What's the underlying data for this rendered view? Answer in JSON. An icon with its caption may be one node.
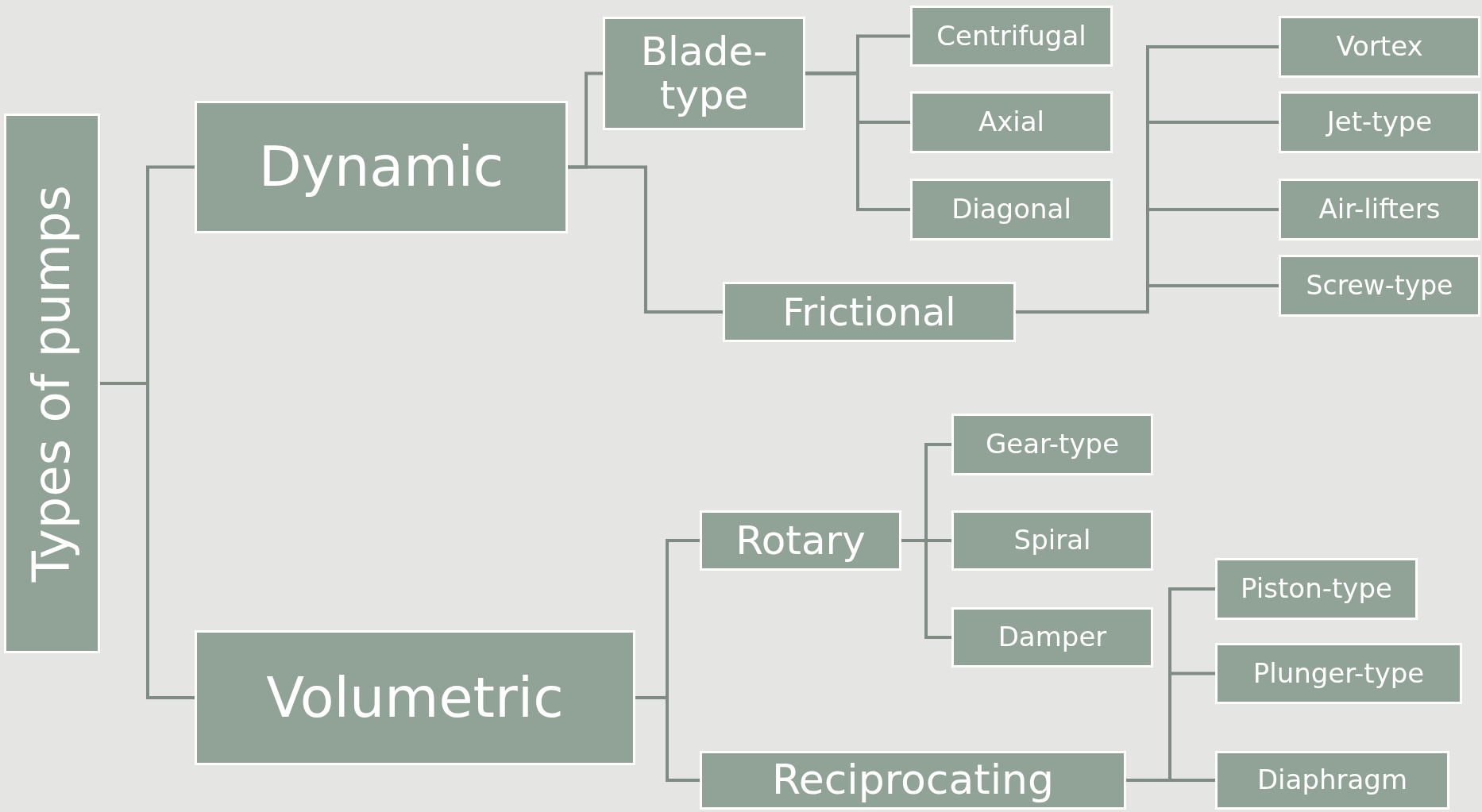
{
  "diagram": {
    "nodes": [
      {
        "text": [
          "Types of pumps"
        ]
      },
      {
        "text": [
          "Dynamic"
        ]
      },
      {
        "text": [
          "Blade-type"
        ]
      },
      {
        "text": [
          "Centrifugal"
        ]
      },
      {
        "text": [
          "Axial"
        ]
      },
      {
        "text": [
          "Diagonal"
        ]
      },
      {
        "text": [
          "Frictional"
        ]
      },
      {
        "text": [
          "Vortex"
        ]
      },
      {
        "text": [
          "Jet-type"
        ]
      },
      {
        "text": [
          "Air-lifters"
        ]
      },
      {
        "text": [
          "Screw-type"
        ]
      },
      {
        "text": [
          "Volumetric"
        ]
      },
      {
        "text": [
          "Rotary"
        ]
      },
      {
        "text": [
          "Reciprocating"
        ]
      },
      {
        "text": [
          "Gear-type"
        ]
      },
      {
        "text": [
          "Spiral"
        ]
      },
      {
        "text": [
          "Damper"
        ]
      },
      {
        "text": [
          "Piston-type"
        ]
      },
      {
        "text": [
          "Plunger-type"
        ]
      },
      {
        "text": [
          "Diaphragm"
        ]
      }
    ],
    "edges": [
      {
        "from": 0,
        "to": 1,
        "arrow": "none"
      },
      {
        "from": 0,
        "to": 11,
        "arrow": "none"
      },
      {
        "from": 1,
        "to": 2,
        "arrow": "none"
      },
      {
        "from": 1,
        "to": 6,
        "arrow": "none"
      },
      {
        "from": 2,
        "to": 3,
        "arrow": "none"
      },
      {
        "from": 2,
        "to": 4,
        "arrow": "none"
      },
      {
        "from": 2,
        "to": 5,
        "arrow": "none"
      },
      {
        "from": 6,
        "to": 7,
        "arrow": "none"
      },
      {
        "from": 6,
        "to": 8,
        "arrow": "none"
      },
      {
        "from": 6,
        "to": 9,
        "arrow": "none"
      },
      {
        "from": 6,
        "to": 10,
        "arrow": "none"
      },
      {
        "from": 11,
        "to": 12,
        "arrow": "none"
      },
      {
        "from": 11,
        "to": 13,
        "arrow": "none"
      },
      {
        "from": 12,
        "to": 14,
        "arrow": "none"
      },
      {
        "from": 12,
        "to": 15,
        "arrow": "none"
      },
      {
        "from": 12,
        "to": 16,
        "arrow": "none"
      },
      {
        "from": 13,
        "to": 17,
        "arrow": "none"
      },
      {
        "from": 13,
        "to": 18,
        "arrow": "none"
      },
      {
        "from": 13,
        "to": 19,
        "arrow": "none"
      }
    ]
  }
}
